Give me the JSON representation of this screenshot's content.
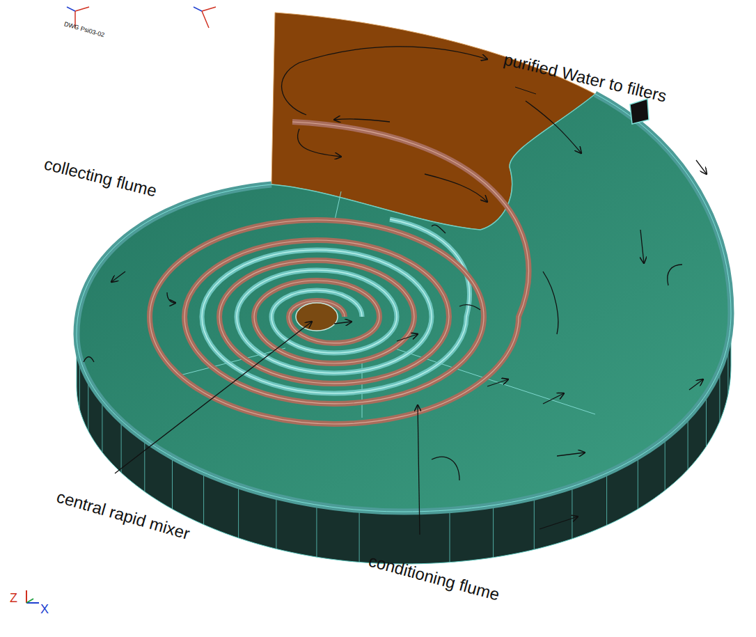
{
  "diagram": {
    "labels": [
      "DWG Psi03-02",
      "purified Water to filters",
      "collecting flume",
      "central rapid mixer",
      "conditioning flume",
      "Z",
      "X"
    ]
  }
}
